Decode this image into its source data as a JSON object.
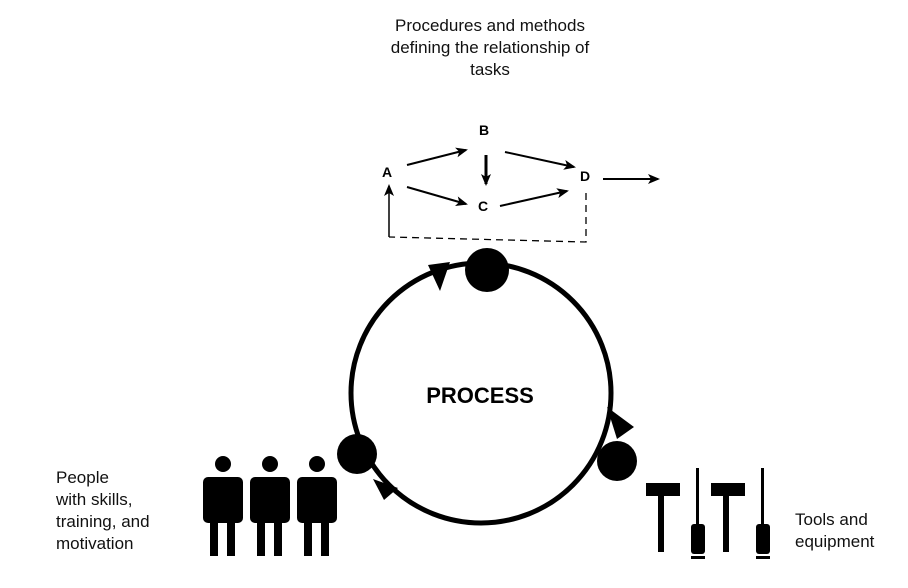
{
  "procedures": {
    "caption_lines": [
      "Procedures and methods",
      "defining the relationship of",
      "tasks"
    ],
    "nodes": {
      "a": "A",
      "b": "B",
      "c": "C",
      "d": "D"
    }
  },
  "process": {
    "label": "PROCESS"
  },
  "people": {
    "caption_lines": [
      "People",
      "with skills,",
      "training, and",
      "motivation"
    ]
  },
  "tools": {
    "caption_lines": [
      "Tools and",
      "equipment"
    ]
  },
  "colors": {
    "ink": "#000000",
    "text": "#111111",
    "background": "#ffffff"
  }
}
